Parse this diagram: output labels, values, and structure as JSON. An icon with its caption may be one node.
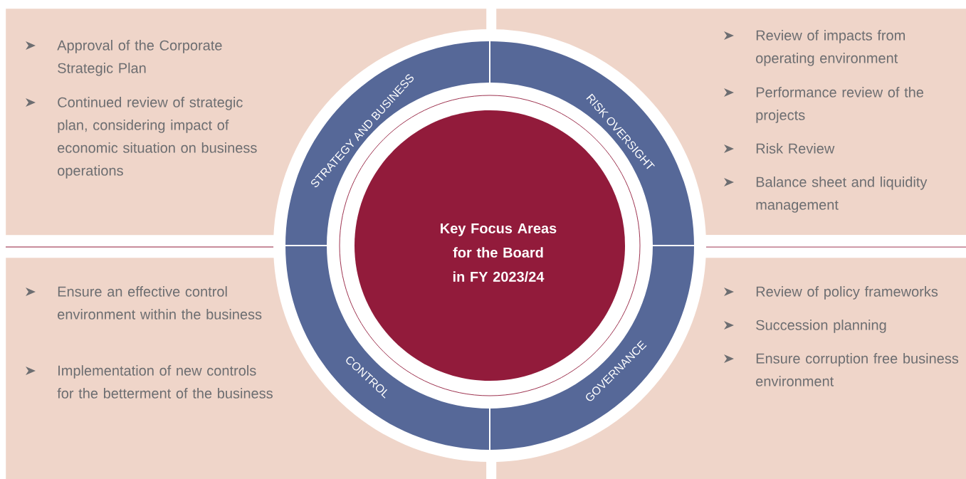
{
  "diagram": {
    "nodes": [
      {
        "text": [
          "Approval of the Corporate Strategic Plan",
          "Continued review of strategic plan, considering impact of economic situation on business operations"
        ]
      },
      {
        "text": [
          "Review of impacts from operating environment",
          "Performance review of the projects",
          "Risk Review",
          "Balance sheet and liquidity management"
        ]
      },
      {
        "text": [
          "Ensure an effective control environment within the business",
          "Implementation of new controls for the betterment of the business"
        ]
      },
      {
        "text": [
          "Review of policy frameworks",
          "Succession planning",
          "Ensure corruption free business environment"
        ]
      },
      {
        "text": [
          "STRATEGY AND BUSINESS"
        ]
      },
      {
        "text": [
          "RISK OVERSIGHT"
        ]
      },
      {
        "text": [
          "CONTROL"
        ]
      },
      {
        "text": [
          "GOVERNANCE"
        ]
      },
      {
        "text": [
          "Key Focus Areas for the Board in FY 2023/24"
        ]
      }
    ]
  }
}
